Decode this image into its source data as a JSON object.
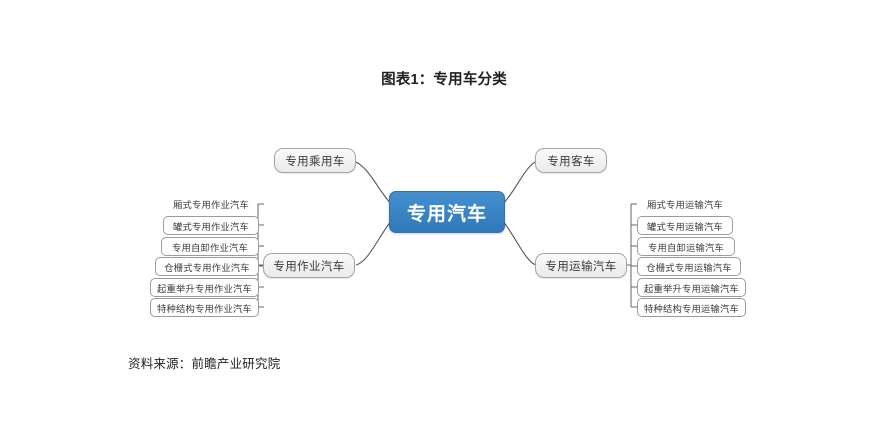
{
  "title": "图表1：专用车分类",
  "source": "资料来源：前瞻产业研究院",
  "colors": {
    "center_fill": "#3a86c8",
    "center_text": "#ffffff",
    "branch_fill": "#f2f2f2",
    "branch_border": "#a6a6a6",
    "leaf_border": "#9b9b9b",
    "text": "#3b3b3b",
    "wire": "#555555",
    "background": "#ffffff"
  },
  "diagram": {
    "type": "mind-map",
    "center": {
      "label": "专用汽车"
    },
    "branches": [
      {
        "id": "passenger",
        "label": "专用乘用车",
        "side": "left",
        "leaves": []
      },
      {
        "id": "bus",
        "label": "专用客车",
        "side": "right",
        "leaves": []
      },
      {
        "id": "operation",
        "label": "专用作业汽车",
        "side": "left",
        "leaves": [
          "厢式专用作业汽车",
          "罐式专用作业汽车",
          "专用自卸作业汽车",
          "仓栅式专用作业汽车",
          "起重举升专用作业汽车",
          "特种结构专用作业汽车"
        ]
      },
      {
        "id": "transport",
        "label": "专用运输汽车",
        "side": "right",
        "leaves": [
          "厢式专用运输汽车",
          "罐式专用运输汽车",
          "专用自卸运输汽车",
          "仓栅式专用运输汽车",
          "起重举升专用运输汽车",
          "特种结构专用运输汽车"
        ]
      }
    ]
  }
}
